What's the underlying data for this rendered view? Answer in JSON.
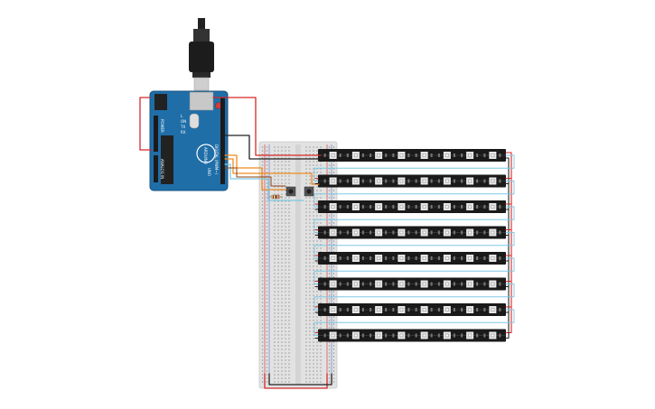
{
  "arduino": {
    "board_name": "UNO",
    "brand": "ARDUINO",
    "on_label": "ON",
    "tx_label": "TX",
    "rx_label": "RX",
    "l_label": "L",
    "digital_label": "DIGITAL (PWM~)",
    "power_label": "POWER",
    "analog_label": "ANALOG IN"
  },
  "led_strips": {
    "count": 8,
    "pixels_per_strip": 8,
    "body_color": "#1a1a1a",
    "led_color": "#e8e8e8"
  },
  "components": {
    "pushbutton_count": 2,
    "resistor_count": 1
  },
  "colors": {
    "board_blue": "#1f6ea8",
    "breadboard": "#e2e2e2",
    "wire_red": "#d62828",
    "wire_black": "#222222",
    "wire_orange": "#f08c1e",
    "wire_cyan": "#7ec8e3",
    "wire_brown": "#8b4513"
  }
}
